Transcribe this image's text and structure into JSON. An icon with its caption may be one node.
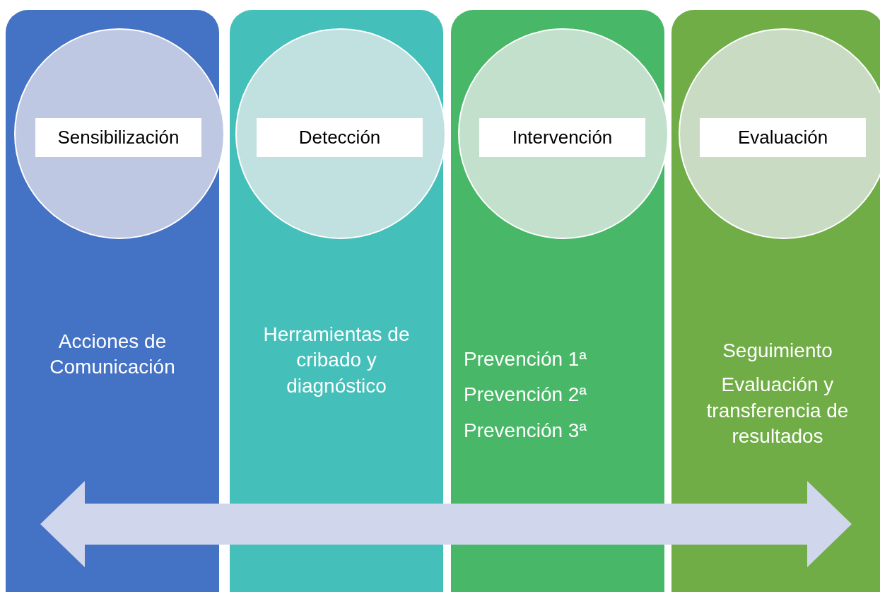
{
  "diagram": {
    "nodes": [
      {
        "text": [
          "Acciones de Comunicación"
        ]
      },
      {
        "text": [
          "Sensibilización"
        ],
        "in": 0
      },
      {
        "text": [
          "Herramientas de cribado y diagnóstico"
        ]
      },
      {
        "text": [
          "Detección"
        ],
        "in": 2
      },
      {
        "text": [
          "Prevención 1ª",
          "Prevención 2ª",
          "Prevención 3ª"
        ]
      },
      {
        "text": [
          "Intervención"
        ],
        "in": 4
      },
      {
        "text": [
          "Seguimiento",
          "Evaluación y transferencia de resultados"
        ]
      },
      {
        "text": [
          "Evaluación"
        ],
        "in": 6
      }
    ],
    "edges": []
  }
}
